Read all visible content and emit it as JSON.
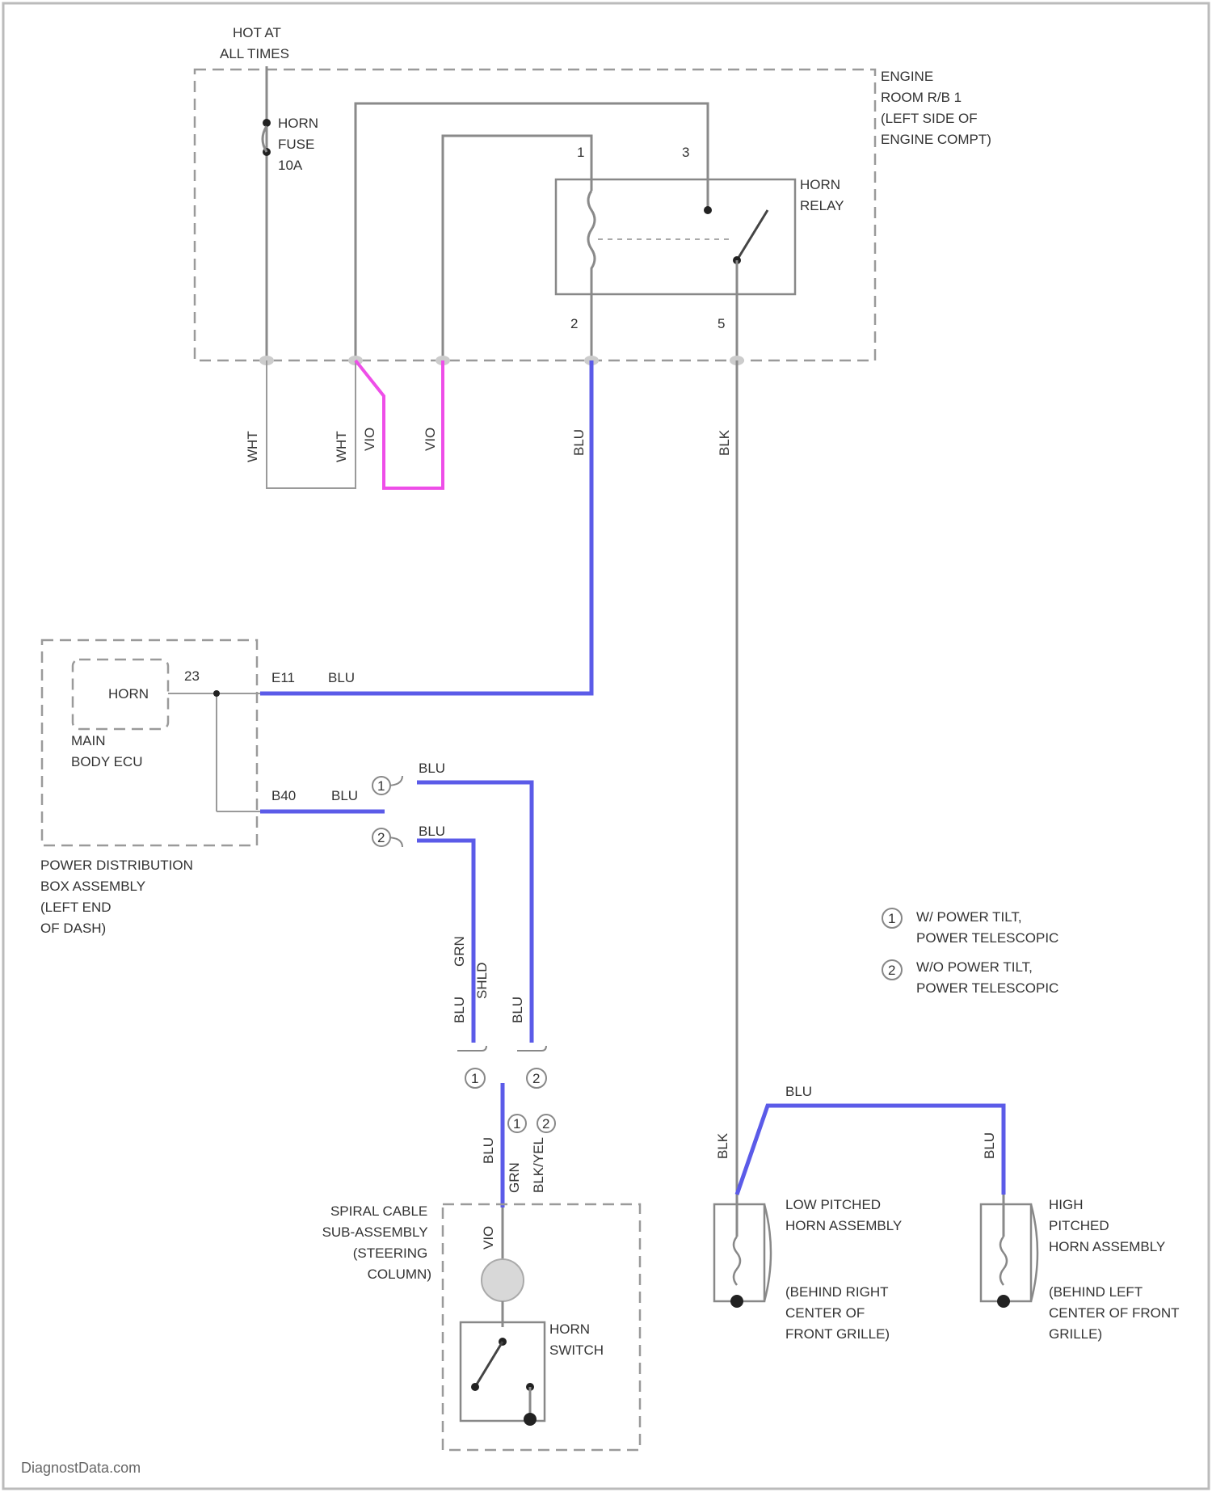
{
  "diagram": {
    "top_label": [
      "HOT AT",
      "ALL TIMES"
    ],
    "engine_room_rb": [
      "ENGINE",
      "ROOM R/B 1",
      "(LEFT SIDE OF",
      "ENGINE COMPT)"
    ],
    "horn_fuse": [
      "HORN",
      "FUSE",
      "10A"
    ],
    "horn_relay": [
      "HORN",
      "RELAY"
    ],
    "relay_pins": {
      "p1": "1",
      "p2": "2",
      "p3": "3",
      "p5": "5"
    },
    "wire_colors": {
      "wht_1": "WHT",
      "wht_2": "WHT",
      "vio_1": "VIO",
      "vio_2": "VIO",
      "blu_relay": "BLU",
      "blk_relay": "BLK",
      "blu_e11": "BLU",
      "blu_b40": "BLU",
      "blu_upper": "BLU",
      "blu_lower": "BLU",
      "blu_left_v": "BLU",
      "blu_right_v": "BLU",
      "blu_spiral": "BLU",
      "blu_horns": "BLU",
      "blk_low": "BLK",
      "blu_high": "BLU",
      "vio_spiral": "VIO"
    },
    "vertical_texts": {
      "grn": "GRN",
      "shield": "SHLD",
      "blk_yel": "BLK/YEL"
    },
    "main_body_ecu": {
      "pin": "23",
      "horn": "HORN",
      "name": [
        "MAIN",
        "BODY ECU"
      ]
    },
    "pdb": {
      "pin_e11": "E11",
      "pin_b40": "B40",
      "name": [
        "POWER DISTRIBUTION",
        "BOX ASSEMBLY",
        "(LEFT END",
        "OF DASH)"
      ]
    },
    "legend": [
      {
        "mark": "1",
        "text": [
          "W/ POWER TILT,",
          "POWER TELESCOPIC"
        ]
      },
      {
        "mark": "2",
        "text": [
          "W/O POWER TILT,",
          "POWER TELESCOPIC"
        ]
      }
    ],
    "markers": {
      "m1": "1",
      "m2": "2"
    },
    "spiral_cable": [
      "SPIRAL CABLE",
      "SUB-ASSEMBLY",
      "(STEERING",
      "COLUMN)"
    ],
    "horn_switch": [
      "HORN",
      "SWITCH"
    ],
    "low_horn": {
      "name": [
        "LOW PITCHED",
        "HORN ASSEMBLY"
      ],
      "location": [
        "(BEHIND RIGHT",
        "CENTER OF",
        "FRONT GRILLE)"
      ]
    },
    "high_horn": {
      "name": [
        "HIGH",
        "PITCHED",
        "HORN ASSEMBLY"
      ],
      "location": [
        "(BEHIND LEFT",
        "CENTER OF FRONT",
        "GRILLE)"
      ]
    },
    "watermark": "DiagnostData.com",
    "colors": {
      "blue_wire": "#5b5be8",
      "pink_wire": "#ee4ee8",
      "gray_wire": "#8a8a8a"
    }
  }
}
